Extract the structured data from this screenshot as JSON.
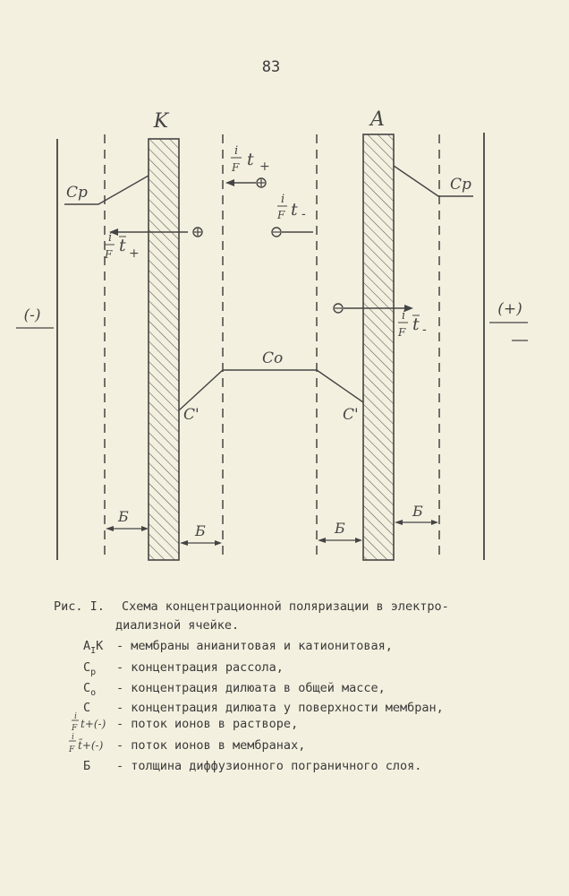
{
  "page_number": "83",
  "diagram": {
    "labels": {
      "membrane_k": "K",
      "membrane_a": "A",
      "electrode_left": "(-)",
      "electrode_right": "(+)",
      "cp_left": "Cp",
      "cp_right": "Cp",
      "c0": "Co",
      "c_prime_left": "C'",
      "c_prime_right": "C'",
      "delta_label": "Б",
      "flux_i": "i",
      "flux_F": "F",
      "flux_t_plus": "t",
      "flux_plus_sub": "+",
      "flux_minus_sub": "-"
    }
  },
  "caption": {
    "title_prefix": "Рис. I.",
    "title_line1": "Схема концентрационной поляризации в электро-",
    "title_line2": "диализной ячейке.",
    "legend": [
      {
        "sym": "A",
        "sub": "I",
        "sym2": "K",
        "text": "- мембраны анианитовая и катионитовая,"
      },
      {
        "sym": "C",
        "sub": "р",
        "text": "- концентрация рассола,"
      },
      {
        "sym": "C",
        "sub": "o",
        "text": "- концентрация дилюата в общей массе,"
      },
      {
        "sym": "C",
        "sub": "",
        "text": "- концентрация дилюата у поверхности мембран,"
      },
      {
        "sym": "i/F t+(-)",
        "text": "- поток ионов в растворе,"
      },
      {
        "sym": "i/F t̄+(-)",
        "text": "- поток ионов в мембранах,"
      },
      {
        "sym": "Б",
        "text": "- толщина диффузионного пограничного слоя."
      }
    ]
  }
}
